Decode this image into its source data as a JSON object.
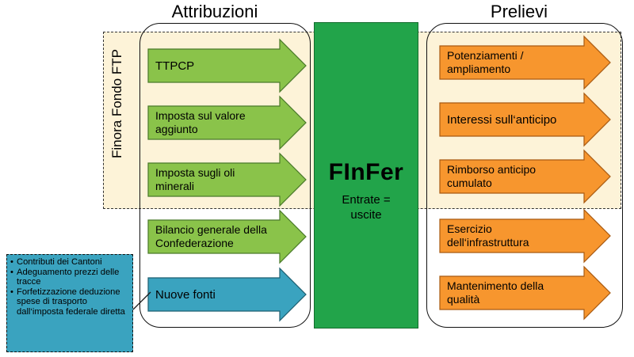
{
  "headings": {
    "attribuzioni": "Attribuzioni",
    "prelievi": "Prelievi"
  },
  "ftp_label": "Finora Fondo FTP",
  "center": {
    "title": "FInFer",
    "subtitle_line1": "Entrate =",
    "subtitle_line2": "uscite"
  },
  "attribuzioni": [
    {
      "line1": "TTPCP",
      "line2": "",
      "color": "#8ac34a"
    },
    {
      "line1": "Imposta sul valore",
      "line2": "aggiunto",
      "color": "#8ac34a"
    },
    {
      "line1": "Imposta sugli oli",
      "line2": "minerali",
      "color": "#8ac34a"
    },
    {
      "line1": "Bilancio generale  della",
      "line2": "Confederazione",
      "color": "#8ac34a"
    },
    {
      "line1": "Nuove fonti",
      "line2": "",
      "color": "#3aa3bf"
    }
  ],
  "prelievi": [
    {
      "line1": "Potenziamenti /",
      "line2": "ampliamento",
      "color": "#f7962e"
    },
    {
      "line1": "Interessi sull‘anticipo",
      "line2": "",
      "color": "#f7962e"
    },
    {
      "line1": "Rimborso anticipo",
      "line2": "cumulato",
      "color": "#f7962e"
    },
    {
      "line1": "Esercizio",
      "line2": "dell‘infrastruttura",
      "color": "#f7962e"
    },
    {
      "line1": "Mantenimento della",
      "line2": "qualità",
      "color": "#f7962e"
    }
  ],
  "note_items": [
    "Contributi dei Cantoni",
    "Adeguamento prezzi delle tracce",
    "Forfetizzazione deduzione spese di trasporto dall‘imposta federale diretta"
  ],
  "colors": {
    "finfer_green": "#22a44a",
    "ftp_band": "#fdf3d8",
    "green_arrow": "#8ac34a",
    "orange_arrow": "#f7962e",
    "blue": "#3aa3bf"
  }
}
